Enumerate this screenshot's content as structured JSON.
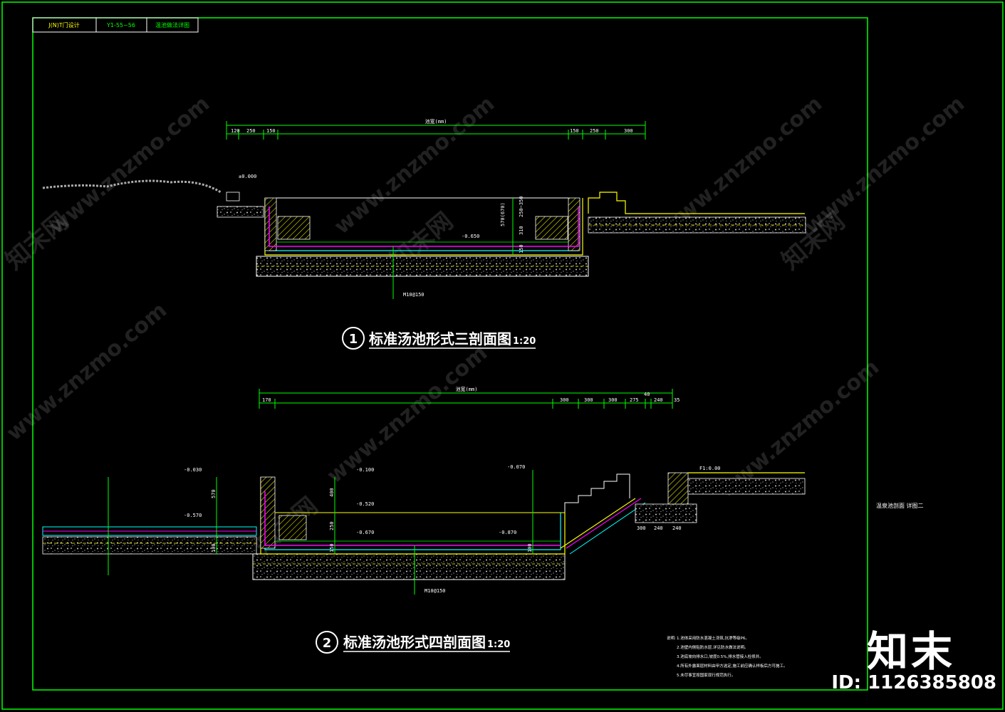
{
  "title_block": {
    "cells": [
      "J(N)T门设计",
      "Y1-55~56",
      "温池做法详图"
    ]
  },
  "sections": [
    {
      "number": "1",
      "title": "标准汤池形式三剖面图",
      "scale": "1:20",
      "top_dims": [
        "120",
        "250",
        "150",
        "150",
        "250",
        "300"
      ],
      "overall_dim": "池宽(mm)",
      "callouts": [
        "±0.000",
        "-0.650",
        "570(670)",
        "250~350",
        "310",
        "150",
        "M10@150"
      ]
    },
    {
      "number": "2",
      "title": "标准汤池形式四剖面图",
      "scale": "1:20",
      "top_dims": [
        "170",
        "300",
        "300",
        "300",
        "275",
        "40",
        "240",
        "35"
      ],
      "overall_dim": "池宽(mm)",
      "callouts": [
        "-0.030",
        "-0.100",
        "-0.070",
        "-0.570",
        "-0.520",
        "-0.670",
        "-0.870",
        "F1:0.00",
        "M10@150",
        "300",
        "240",
        "240",
        "570",
        "400",
        "250",
        "150",
        "100",
        "100"
      ]
    }
  ],
  "side_label": "温泉池剖面 详图二",
  "notes_label": "说明:",
  "notes": [
    "1.池体采用防水混凝土浇筑,抗渗等级P6。",
    "2.池壁内侧贴防水层,详见防水做法说明。",
    "3.池底坡向排水口,坡度0.5%,排水管接入检修井。",
    "4.所有外露面层材料由甲方选定,施工前应确认样板后方可施工。",
    "5.未尽事宜按国家现行规范执行。"
  ],
  "watermark": {
    "site": "www.znzmo.com",
    "brand": "知末网",
    "brand_short": "知末",
    "id_text": "ID: 1126385808"
  },
  "colors": {
    "frame": "#00ff00",
    "concrete": "#ffff00",
    "rebar": "#ff00ff",
    "waterproof": "#00ffff",
    "text": "#ffffff"
  }
}
